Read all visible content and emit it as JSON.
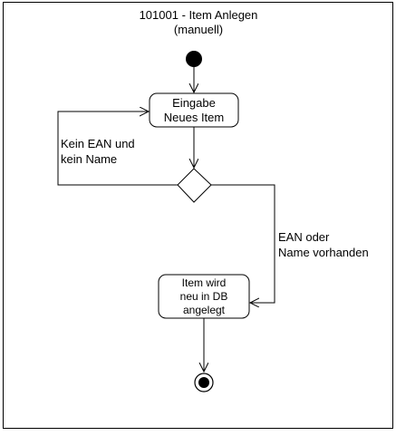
{
  "diagram": {
    "title": "101001 - Item Anlegen",
    "subtitle": "(manuell)",
    "nodes": {
      "start": {
        "kind": "initial-node"
      },
      "input": {
        "kind": "action",
        "lines": [
          "Eingabe",
          "Neues Item"
        ]
      },
      "decision": {
        "kind": "decision"
      },
      "create": {
        "kind": "action",
        "lines": [
          "Item wird",
          "neu in DB",
          "angelegt"
        ]
      },
      "end": {
        "kind": "final-node"
      }
    },
    "edges": {
      "loop_guard": [
        "Kein EAN und",
        "kein Name"
      ],
      "create_guard": [
        "EAN oder",
        "Name vorhanden"
      ]
    }
  }
}
